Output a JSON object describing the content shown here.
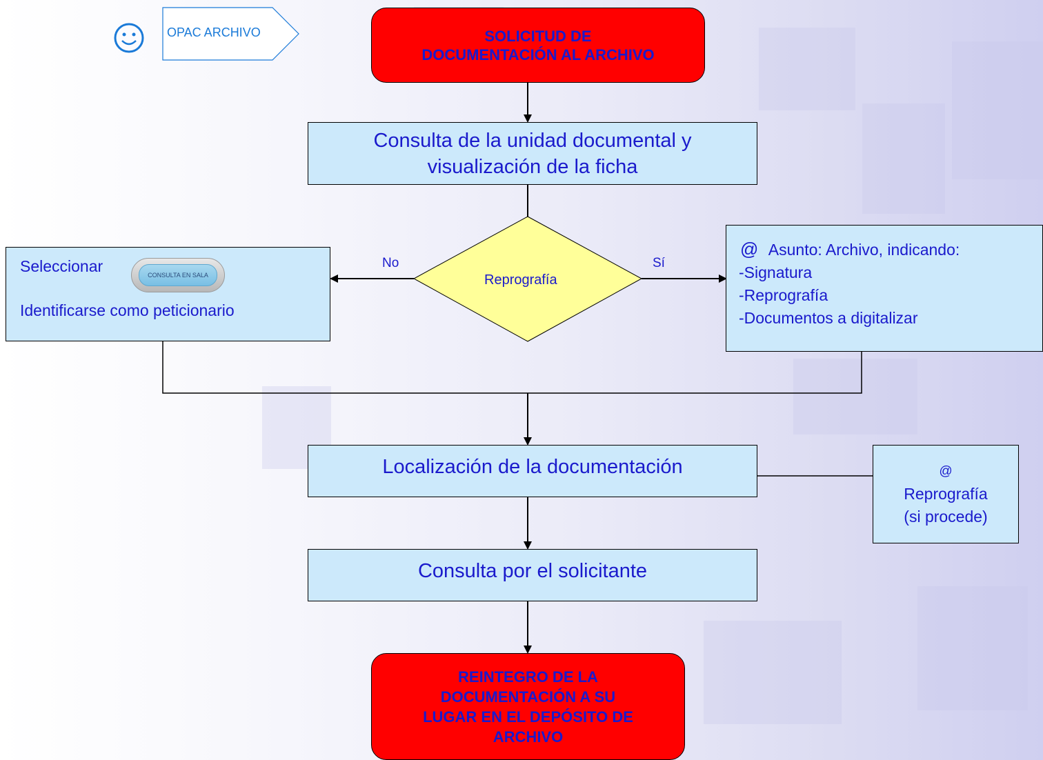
{
  "header": {
    "smiley_icon": "smiley-face-icon",
    "opac_label": "OPAC ARCHIVO"
  },
  "nodes": {
    "start": {
      "line1": "SOLICITUD DE",
      "line2": "DOCUMENTACIÓN AL ARCHIVO"
    },
    "consulta_unidad": {
      "line1": "Consulta de la unidad documental y",
      "line2": "visualización de la ficha"
    },
    "decision": {
      "label": "Reprografía"
    },
    "left_branch": {
      "label": "No",
      "seleccionar": "Seleccionar",
      "button_label": "CONSULTA EN SALA",
      "identificarse": "Identificarse como peticionario"
    },
    "right_branch": {
      "label": "Sí",
      "at_symbol": "@",
      "asunto": "Asunto: Archivo, indicando:",
      "items": [
        "-Signatura",
        "-Reprografía",
        "-Documentos a digitalizar"
      ]
    },
    "localizacion": {
      "text": "Localización de la documentación"
    },
    "side_note": {
      "at_symbol": "@",
      "line1": "Reprografía",
      "line2": "(si procede)"
    },
    "consulta_solicitante": {
      "text": "Consulta por el solicitante"
    },
    "end": {
      "line1": "REINTEGRO DE LA",
      "line2": "DOCUMENTACIÓN A SU",
      "line3": "LUGAR EN EL DEPÓSITO DE",
      "line4": "ARCHIVO"
    }
  },
  "colors": {
    "process_fill": "#cce9fb",
    "terminal_fill": "#ff0000",
    "decision_fill": "#ffff99",
    "text": "#1a1acc"
  }
}
